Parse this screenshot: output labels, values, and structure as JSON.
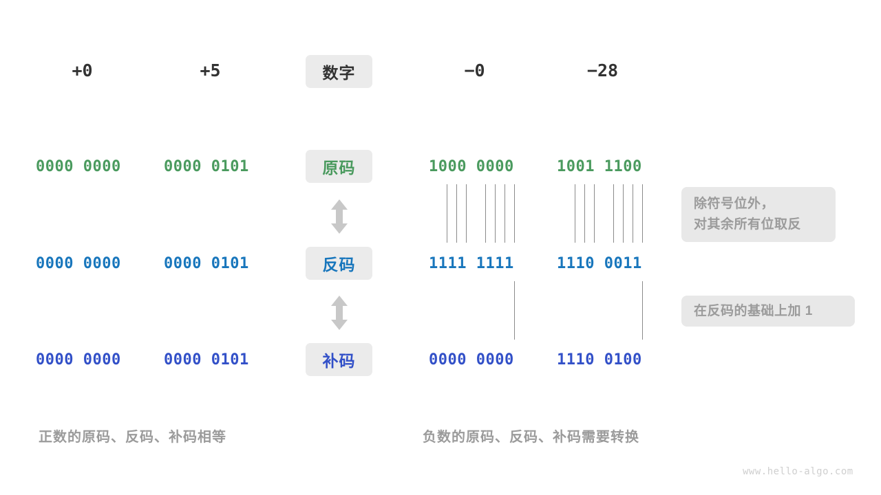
{
  "meta": {
    "watermark": "www.hello-algo.com"
  },
  "colors": {
    "text_dark": "#323232",
    "green": "#4a9a5e",
    "blue": "#1876bc",
    "indigo": "#3250c8",
    "chip_bg": "#ebebeb",
    "note_bg": "#e8e8e8",
    "note_text": "#9b9b9b",
    "line": "#8a8a8a",
    "arrow": "#c8c8c8",
    "background": "#ffffff"
  },
  "row_labels": [
    {
      "text": "数字",
      "tone": "dark"
    },
    {
      "text": "原码",
      "tone": "green"
    },
    {
      "text": "反码",
      "tone": "blue"
    },
    {
      "text": "补码",
      "tone": "indigo"
    }
  ],
  "columns": [
    {
      "id": "pos-zero",
      "header": "+0",
      "sign": "positive"
    },
    {
      "id": "pos-five",
      "header": "+5",
      "sign": "positive"
    },
    {
      "id": "neg-zero",
      "header": "−0",
      "sign": "negative"
    },
    {
      "id": "neg-28",
      "header": "−28",
      "sign": "negative"
    }
  ],
  "rows": {
    "sign_magnitude": {
      "label": "原码",
      "color": "green",
      "values": [
        "0000 0000",
        "0000 0101",
        "1000 0000",
        "1001 1100"
      ]
    },
    "ones_complement": {
      "label": "反码",
      "color": "blue",
      "values": [
        "0000 0000",
        "0000 0101",
        "1111 1111",
        "1110 0011"
      ]
    },
    "twos_complement": {
      "label": "补码",
      "color": "indigo",
      "values": [
        "0000 0000",
        "0000 0101",
        "0000 0000",
        "1110 0100"
      ]
    }
  },
  "notes": [
    {
      "id": "invert-note",
      "lines": [
        "除符号位外，",
        "对其余所有位取反"
      ]
    },
    {
      "id": "add-one-note",
      "lines": [
        "在反码的基础上加 1"
      ]
    }
  ],
  "captions": {
    "left": "正数的原码、反码、补码相等",
    "right": "负数的原码、反码、补码需要转换"
  },
  "arrows": [
    {
      "id": "arrow-origin-to-ones",
      "direction": "up-down"
    },
    {
      "id": "arrow-ones-to-twos",
      "direction": "up-down"
    }
  ]
}
